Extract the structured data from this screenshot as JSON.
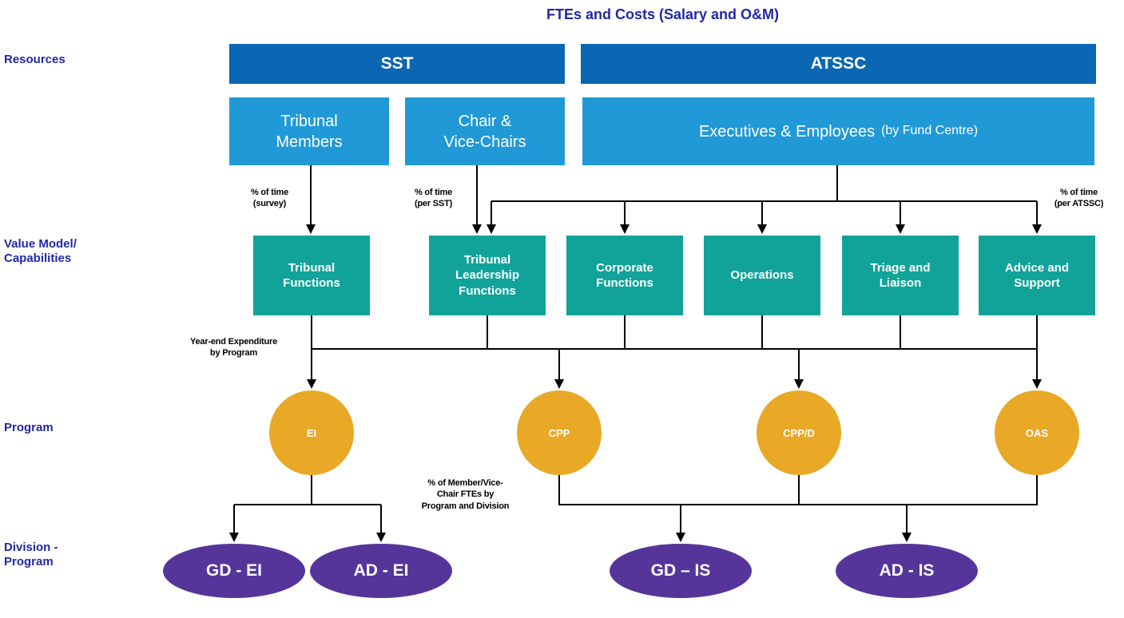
{
  "title": "FTEs and Costs (Salary and O&M)",
  "row_labels": {
    "resources": "Resources",
    "value_model": "Value Model/\nCapabilities",
    "program": "Program",
    "division": "Division -\nProgram"
  },
  "resources_row": {
    "sst": "SST",
    "atssc": "ATSSC"
  },
  "staff_row": {
    "tribunal_members": "Tribunal\nMembers",
    "chair_vice_chairs": "Chair &\nVice-Chairs",
    "executives_employees": "Executives & Employees",
    "executives_employees_note": "(by Fund Centre)"
  },
  "annotations": {
    "pct_time_survey": "% of time\n(survey)",
    "pct_time_per_sst": "% of time\n(per SST)",
    "pct_time_per_atssc": "% of time\n(per ATSSC)",
    "year_end_expenditure": "Year-end Expenditure\nby Program",
    "pct_member_vice_chair": "% of Member/Vice-\nChair FTEs  by\nProgram and Division"
  },
  "capabilities": [
    "Tribunal\nFunctions",
    "Tribunal\nLeadership\nFunctions",
    "Corporate\nFunctions",
    "Operations",
    "Triage and\nLiaison",
    "Advice and\nSupport"
  ],
  "programs": [
    "EI",
    "CPP",
    "CPP/D",
    "OAS"
  ],
  "divisions": [
    "GD - EI",
    "AD - EI",
    "GD – IS",
    "AD - IS"
  ],
  "colors": {
    "navy_text": "#2228A4",
    "dark_blue": "#0B67B4",
    "light_blue": "#2199D6",
    "teal": "#11A39A",
    "gold": "#E9A825",
    "purple": "#56359B"
  }
}
